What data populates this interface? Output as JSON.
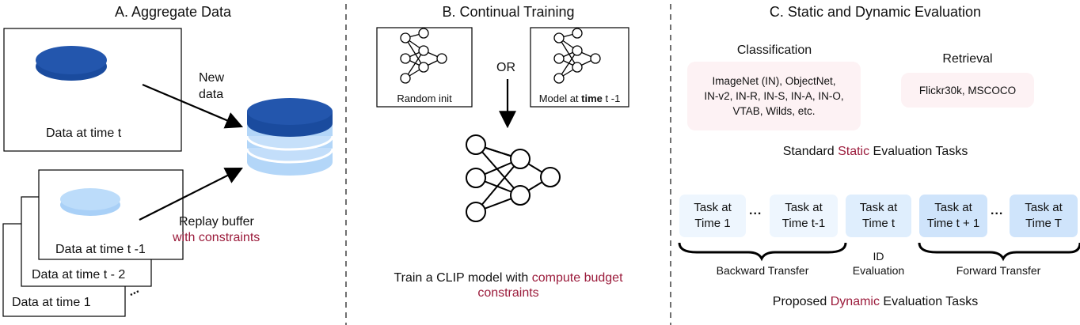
{
  "sections": {
    "a_title": "A. Aggregate Data",
    "b_title": "B. Continual Training",
    "c_title": "C. Static and Dynamic Evaluation"
  },
  "aggregate": {
    "data_t": "Data at time t",
    "data_t_minus_1": "Data at time t -1",
    "data_t_minus_2": "Data at time t - 2",
    "data_1": "Data at time 1",
    "new_data_line1": "New",
    "new_data_line2": "data",
    "replay_buffer": "Replay buffer",
    "with_constraints": "with constraints",
    "ellipsis": "..."
  },
  "training": {
    "random_init": "Random init",
    "model_prefix": "Model at ",
    "model_bold": "time",
    "model_suffix": " t -1",
    "or": "OR",
    "caption_prefix": "Train a CLIP model with ",
    "caption_accent": "compute budget",
    "caption_line2": "constraints"
  },
  "evaluation": {
    "classification_title": "Classification",
    "classification_line1": "ImageNet (IN), ObjectNet,",
    "classification_line2": "IN-v2, IN-R, IN-S, IN-A, IN-O,",
    "classification_line3": "VTAB, Wilds, etc.",
    "retrieval_title": "Retrieval",
    "retrieval_body": "Flickr30k, MSCOCO",
    "static_prefix": "Standard ",
    "static_accent": "Static",
    "static_suffix": " Evaluation Tasks",
    "tasks": [
      {
        "line1": "Task at",
        "line2": "Time 1"
      },
      {
        "line1": "Task at",
        "line2": "Time t-1"
      },
      {
        "line1": "Task at",
        "line2": "Time t"
      },
      {
        "line1": "Task at",
        "line2": "Time t + 1"
      },
      {
        "line1": "Task at",
        "line2": "Time T"
      }
    ],
    "dots": "...",
    "backward": "Backward Transfer",
    "id_line1": "ID",
    "id_line2": "Evaluation",
    "forward": "Forward Transfer",
    "dynamic_prefix": "Proposed ",
    "dynamic_accent": "Dynamic",
    "dynamic_suffix": " Evaluation Tasks"
  },
  "colors": {
    "accent": "#9b1b3b",
    "db_dark": "#1f52a8",
    "db_light": "#bcdcfa",
    "pill_bg": "#fdf2f4"
  }
}
